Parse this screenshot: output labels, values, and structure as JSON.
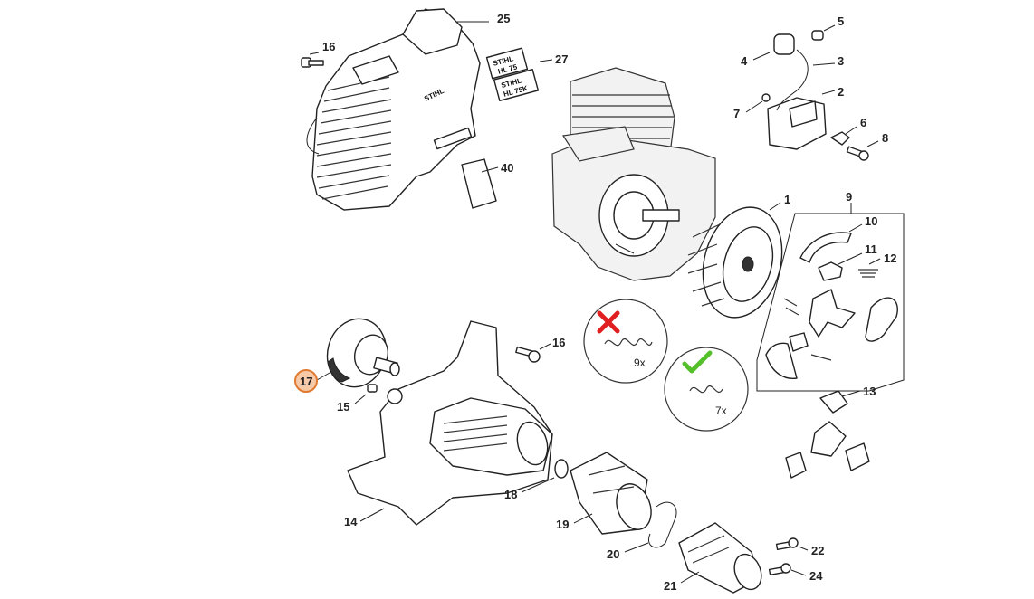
{
  "diagram": {
    "callouts": [
      {
        "id": "c1",
        "num": "1"
      },
      {
        "id": "c2",
        "num": "2"
      },
      {
        "id": "c3",
        "num": "3"
      },
      {
        "id": "c4",
        "num": "4"
      },
      {
        "id": "c5",
        "num": "5"
      },
      {
        "id": "c6",
        "num": "6"
      },
      {
        "id": "c7",
        "num": "7"
      },
      {
        "id": "c8",
        "num": "8"
      },
      {
        "id": "c9",
        "num": "9"
      },
      {
        "id": "c10",
        "num": "10"
      },
      {
        "id": "c11",
        "num": "11"
      },
      {
        "id": "c12",
        "num": "12"
      },
      {
        "id": "c13",
        "num": "13"
      },
      {
        "id": "c14",
        "num": "14"
      },
      {
        "id": "c15",
        "num": "15"
      },
      {
        "id": "c16a",
        "num": "16"
      },
      {
        "id": "c16b",
        "num": "16"
      },
      {
        "id": "c17",
        "num": "17"
      },
      {
        "id": "c18",
        "num": "18"
      },
      {
        "id": "c19",
        "num": "19"
      },
      {
        "id": "c20",
        "num": "20"
      },
      {
        "id": "c21",
        "num": "21"
      },
      {
        "id": "c22",
        "num": "22"
      },
      {
        "id": "c24",
        "num": "24"
      },
      {
        "id": "c25",
        "num": "25"
      },
      {
        "id": "c27",
        "num": "27"
      },
      {
        "id": "c40",
        "num": "40"
      }
    ],
    "decal_labels": {
      "decal1_line1": "STIHL",
      "decal1_line2": "HL 75",
      "decal2_line1": "STIHL",
      "decal2_line2": "HL 75K",
      "hood_brand": "STIHL"
    },
    "spring_notes": {
      "wrong_count": "9x",
      "right_count": "7x"
    },
    "colors": {
      "highlight_fill": "#f6c9a8",
      "highlight_stroke": "#e07a30",
      "wrong_mark": "#e02020",
      "right_mark": "#55c02a"
    }
  }
}
